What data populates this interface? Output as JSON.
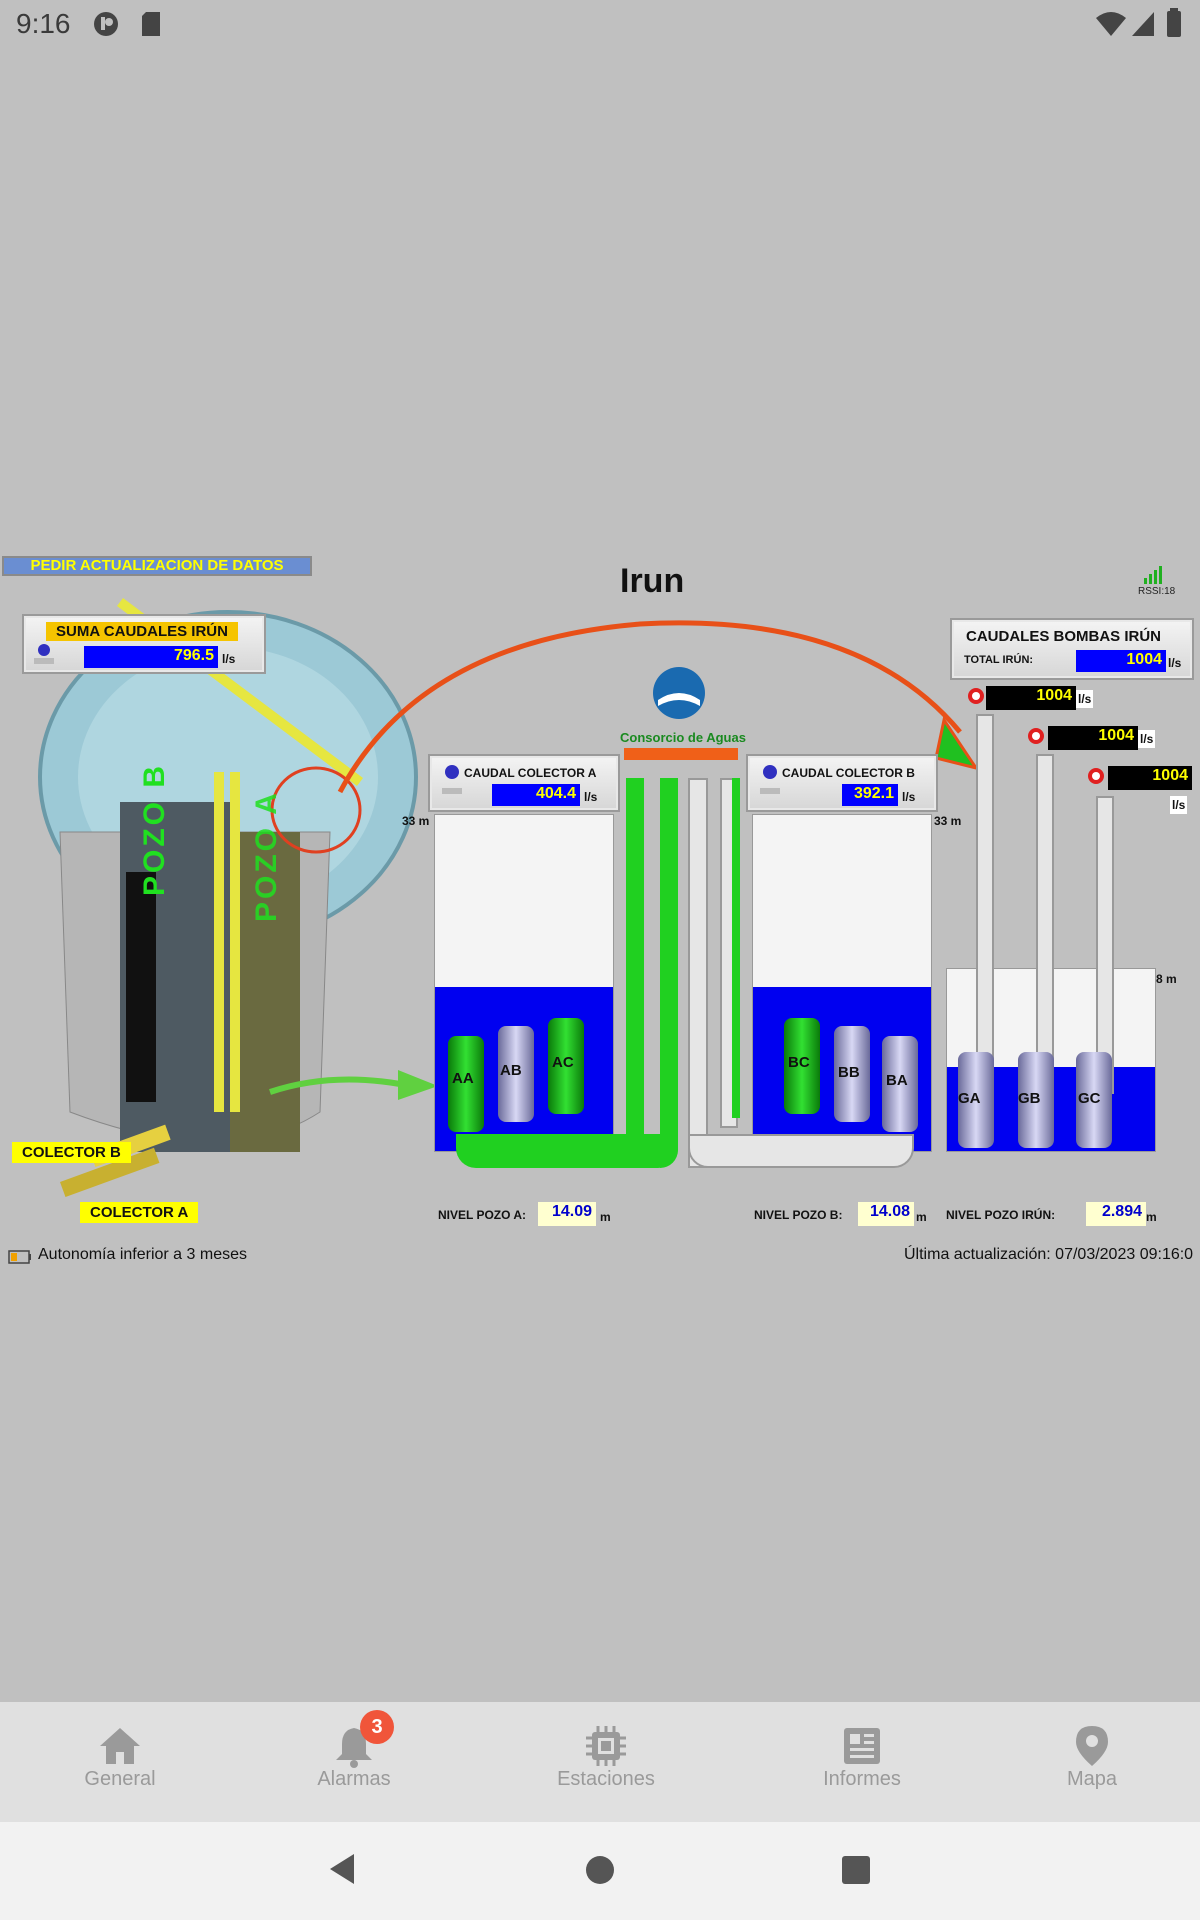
{
  "status_bar": {
    "time": "9:16"
  },
  "scada": {
    "update_button": "PEDIR ACTUALIZACION DE DATOS",
    "title": "Irun",
    "rssi": "RSSI:18",
    "logo_text": "Consorcio de Aguas",
    "suma": {
      "label": "SUMA CAUDALES IRÚN",
      "value": "796.5",
      "unit": "l/s"
    },
    "caudales_bombas": {
      "label": "CAUDALES BOMBAS IRÚN",
      "total_label": "TOTAL IRÚN:",
      "total_value": "1004",
      "unit": "l/s",
      "pumps": [
        {
          "value": "1004",
          "unit": "l/s"
        },
        {
          "value": "1004",
          "unit": "l/s"
        },
        {
          "value": "1004",
          "unit": "l/s"
        }
      ]
    },
    "colector_a": {
      "label": "CAUDAL COLECTOR A",
      "value": "404.4",
      "unit": "l/s"
    },
    "colector_b": {
      "label": "CAUDAL COLECTOR B",
      "value": "392.1",
      "unit": "l/s"
    },
    "scale_33_left": "33 m",
    "scale_33_right": "33 m",
    "scale_8": "8 m",
    "pozo_a": {
      "label": "NIVEL POZO A:",
      "value": "14.09",
      "unit": "m",
      "pumps": [
        "AA",
        "AB",
        "AC"
      ]
    },
    "pozo_b": {
      "label": "NIVEL POZO B:",
      "value": "14.08",
      "unit": "m",
      "pumps": [
        "BC",
        "BB",
        "BA"
      ]
    },
    "pozo_irun": {
      "label": "NIVEL POZO IRÚN:",
      "value": "2.894",
      "unit": "m",
      "pumps": [
        "GA",
        "GB",
        "GC"
      ]
    },
    "building": {
      "pozo_b": "POZO B",
      "pozo_a": "POZO A",
      "colector_b": "COLECTOR B",
      "colector_a": "COLECTOR A"
    },
    "autonomy": "Autonomía inferior a 3 meses",
    "last_update": "Última actualización: 07/03/2023 09:16:0"
  },
  "nav": {
    "items": [
      {
        "label": "General",
        "icon": "home-icon"
      },
      {
        "label": "Alarmas",
        "icon": "bell-icon",
        "badge": "3"
      },
      {
        "label": "Estaciones",
        "icon": "chip-icon"
      },
      {
        "label": "Informes",
        "icon": "document-icon"
      },
      {
        "label": "Mapa",
        "icon": "map-pin-icon"
      }
    ]
  }
}
